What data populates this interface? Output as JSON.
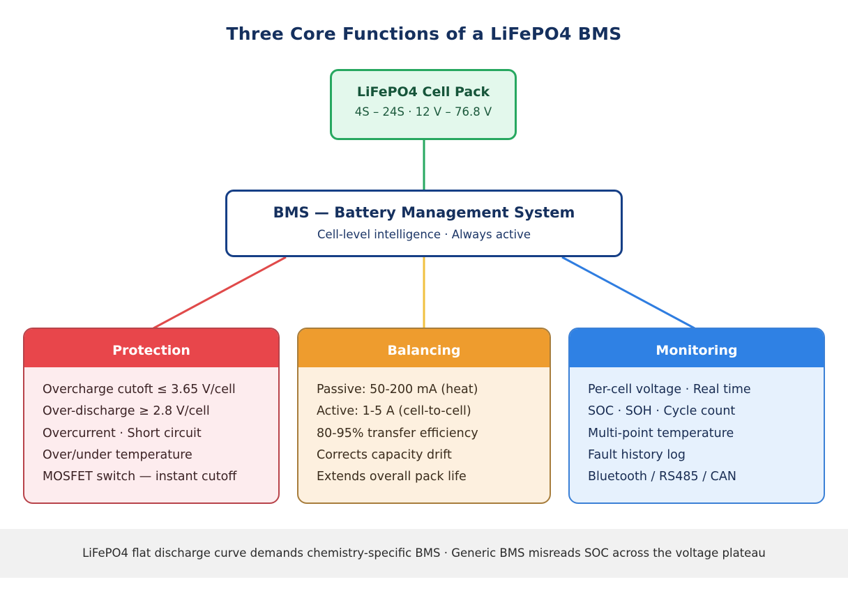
{
  "title": "Three Core Functions of a LiFePO4 BMS",
  "pack": {
    "heading": "LiFePO4 Cell Pack",
    "subtitle": "4S – 24S · 12 V – 76.8 V"
  },
  "bms": {
    "heading": "BMS — Battery Management System",
    "subtitle": "Cell-level intelligence · Always active"
  },
  "functions": [
    {
      "id": "protection",
      "title": "Protection",
      "color": "#e8464b",
      "items": [
        "Overcharge cutoft ≤ 3.65 V/cell",
        "Over-discharge ≥ 2.8 V/cell",
        "Overcurrent · Short circuit",
        "Over/under temperature",
        "MOSFET switch — instant cutoff"
      ]
    },
    {
      "id": "balancing",
      "title": "Balancing",
      "color": "#ee9c2e",
      "items": [
        "Passive: 50-200 mA (heat)",
        "Active: 1-5 A (cell-to-cell)",
        "80-95% transfer efficiency",
        "Corrects capacity drift",
        "Extends overall pack life"
      ]
    },
    {
      "id": "monitoring",
      "title": "Monitoring",
      "color": "#2f81e4",
      "items": [
        "Per-cell voltage · Real time",
        "SOC · SOH · Cycle count",
        "Multi-point temperature",
        "Fault history log",
        "Bluetooth / RS485 / CAN"
      ]
    }
  ],
  "connector_colors": {
    "pack_to_bms": "#27a860",
    "bms_to_protection": "#e04a4a",
    "bms_to_balancing": "#f0c040",
    "bms_to_monitoring": "#2f7de0"
  },
  "footer": "LiFePO4 flat discharge curve demands chemistry-specific BMS · Generic BMS misreads SOC across the voltage plateau"
}
